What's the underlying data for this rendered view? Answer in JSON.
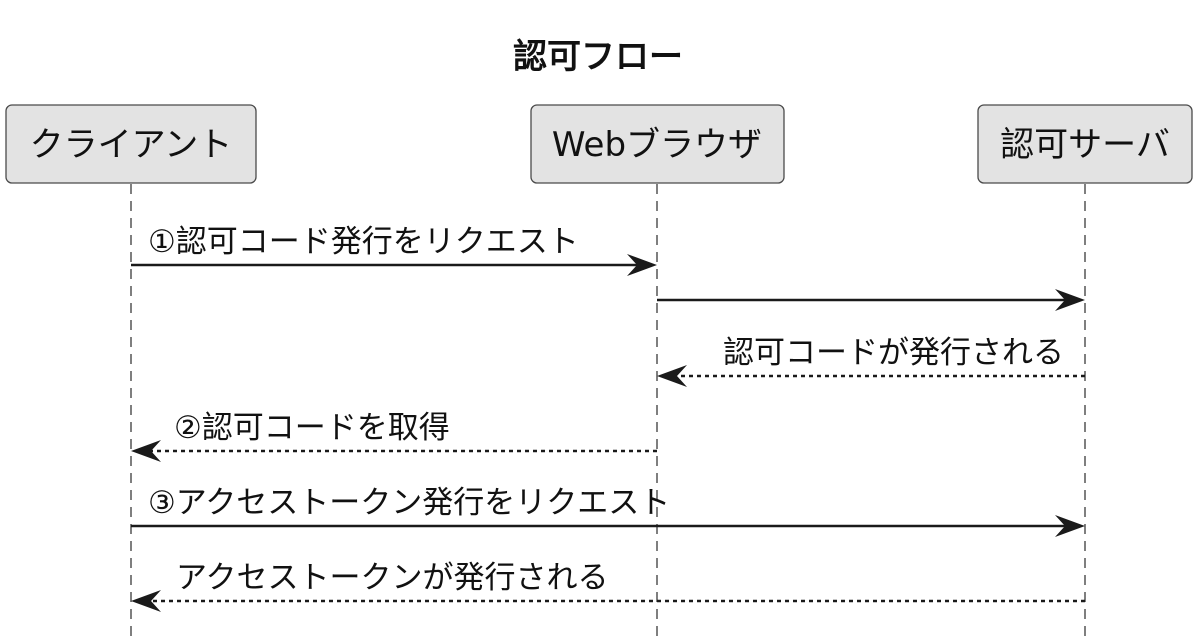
{
  "diagram": {
    "title": "認可フロー",
    "participants": [
      {
        "id": "client",
        "label": "クライアント"
      },
      {
        "id": "browser",
        "label": "Webブラウザ"
      },
      {
        "id": "authserver",
        "label": "認可サーバ"
      }
    ],
    "messages": [
      {
        "from": "client",
        "to": "browser",
        "label": "①認可コード発行をリクエスト",
        "style": "solid"
      },
      {
        "from": "browser",
        "to": "authserver",
        "label": "",
        "style": "solid"
      },
      {
        "from": "authserver",
        "to": "browser",
        "label": "認可コードが発行される",
        "style": "dashed"
      },
      {
        "from": "browser",
        "to": "client",
        "label": "②認可コードを取得",
        "style": "dashed"
      },
      {
        "from": "client",
        "to": "authserver",
        "label": "③アクセストークン発行をリクエスト",
        "style": "solid"
      },
      {
        "from": "authserver",
        "to": "client",
        "label": "アクセストークンが発行される",
        "style": "dashed"
      }
    ]
  }
}
